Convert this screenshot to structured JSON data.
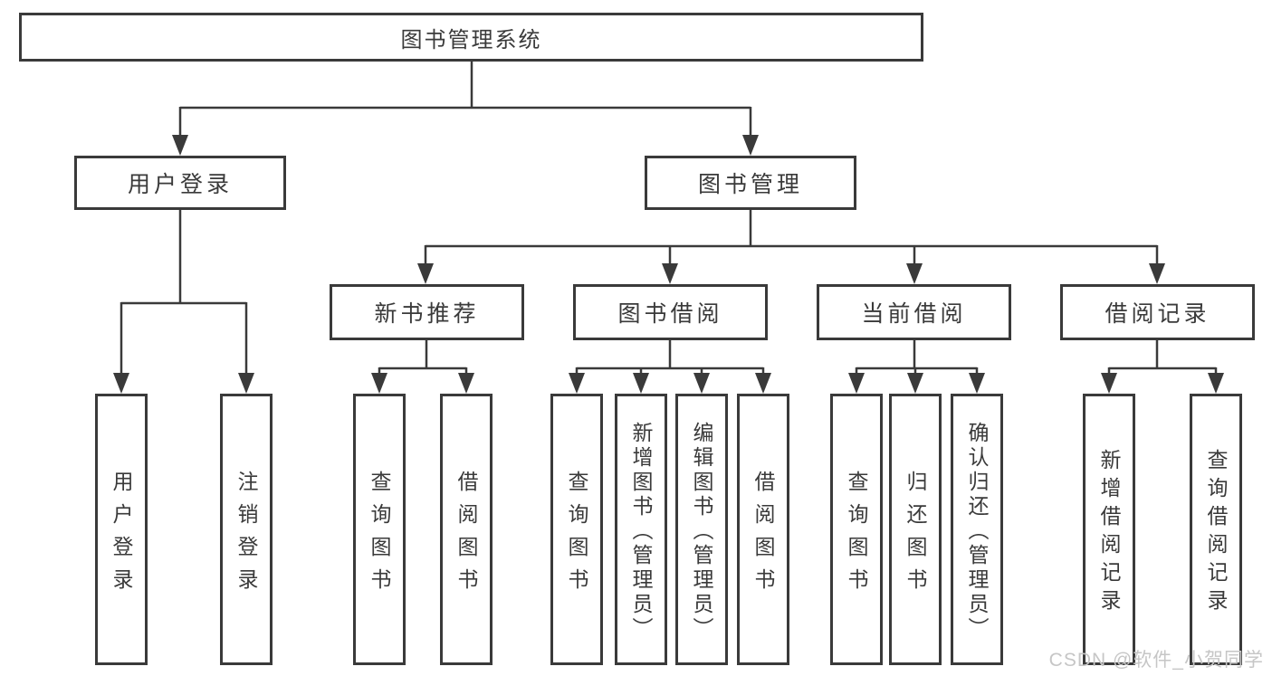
{
  "diagram": {
    "title_node": {
      "label": "图书管理系统"
    },
    "level2": [
      {
        "id": "user-login",
        "label": "用户登录"
      },
      {
        "id": "book-management",
        "label": "图书管理"
      }
    ],
    "level3": [
      {
        "id": "new-book-recommend",
        "label": "新书推荐"
      },
      {
        "id": "book-borrowing",
        "label": "图书借阅"
      },
      {
        "id": "current-borrowing",
        "label": "当前借阅"
      },
      {
        "id": "borrowing-records",
        "label": "借阅记录"
      }
    ],
    "leaves_user_login": [
      {
        "label": "用户登录"
      },
      {
        "label": "注销登录"
      }
    ],
    "leaves_new_book": [
      {
        "label": "查询图书"
      },
      {
        "label": "借阅图书"
      }
    ],
    "leaves_book_borrowing": [
      {
        "label": "查询图书"
      },
      {
        "label": "新增图书（管理员）"
      },
      {
        "label": "编辑图书（管理员）"
      },
      {
        "label": "借阅图书"
      }
    ],
    "leaves_current_borrowing": [
      {
        "label": "查询图书"
      },
      {
        "label": "归还图书"
      },
      {
        "label": "确认归还（管理员）"
      }
    ],
    "leaves_borrowing_records": [
      {
        "label": "新增借阅记录"
      },
      {
        "label": "查询借阅记录"
      }
    ],
    "colors": {
      "line": "#3a3a3a",
      "text": "#3a3a3a",
      "box_background": "#ffffff",
      "watermark": "#c6c6c6"
    }
  },
  "watermark": {
    "text": "CSDN @软件_小贺同学"
  }
}
